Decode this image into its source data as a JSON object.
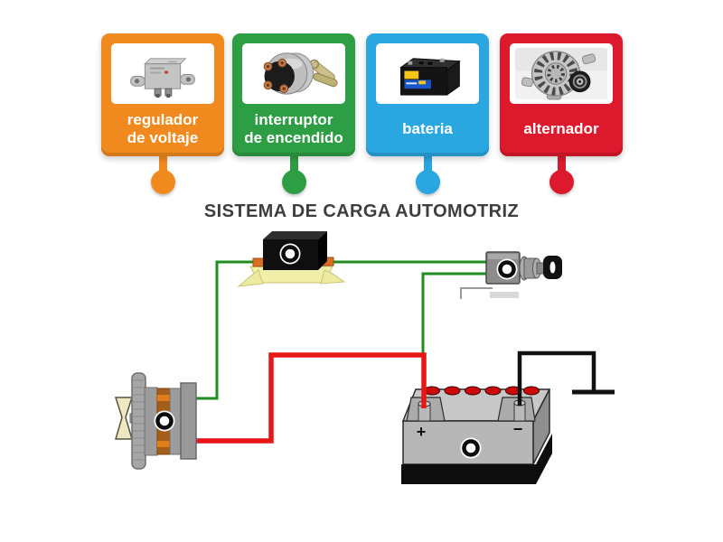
{
  "title": "SISTEMA DE CARGA AUTOMOTRIZ",
  "colors": {
    "orange": "#F18A1E",
    "green": "#2E9E45",
    "blue": "#2AA7E0",
    "red": "#DD1A2D",
    "title_text": "#3E3E3E",
    "wire_green": "#1E8C1E",
    "wire_red": "#E81717",
    "wire_black": "#111111"
  },
  "cards": [
    {
      "label": "regulador\nde voltaje",
      "color": "orange",
      "photo": "voltage-regulator-photo"
    },
    {
      "label": "interruptor\nde encendido",
      "color": "green",
      "photo": "ignition-switch-photo"
    },
    {
      "label": "bateria",
      "color": "blue",
      "photo": "battery-photo"
    },
    {
      "label": "alternador",
      "color": "red",
      "photo": "alternator-photo"
    }
  ],
  "diagram": {
    "battery_plus": "+",
    "battery_minus": "−",
    "components": [
      "voltage-regulator",
      "ignition-switch",
      "alternator",
      "battery"
    ],
    "answer_markers": [
      "regulator-marker",
      "ignition-switch-marker",
      "alternator-marker",
      "battery-marker"
    ]
  }
}
